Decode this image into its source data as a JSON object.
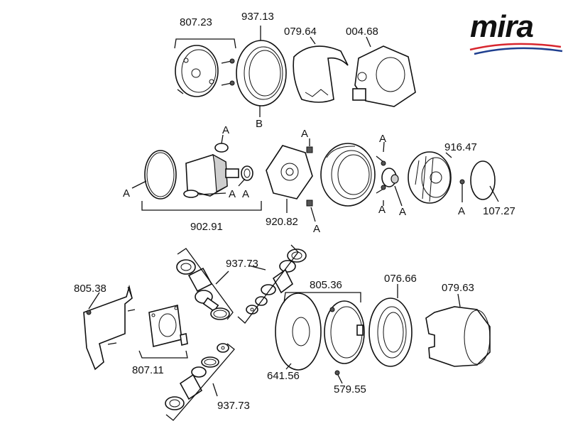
{
  "brand": {
    "logo_text": "mira",
    "logo_color": "#111111",
    "swoosh_colors": [
      "#d8262e",
      "#1f3f8f"
    ]
  },
  "labels": {
    "p807_23": "807.23",
    "p937_13": "937.13",
    "p079_64": "079.64",
    "p004_68": "004.68",
    "b": "B",
    "a1": "A",
    "a2": "A",
    "a3": "A",
    "a4": "A",
    "a5": "A",
    "a6": "A",
    "a7": "A",
    "a8": "A",
    "a9": "A",
    "p916_47": "916.47",
    "p107_27": "107.27",
    "p902_91": "902.91",
    "p920_82": "920.82",
    "p937_73_top": "937.73",
    "p805_38": "805.38",
    "p805_36": "805.36",
    "p076_66": "076.66",
    "p079_63": "079.63",
    "p807_11": "807.11",
    "p641_56": "641.56",
    "p579_55": "579.55",
    "p937_73_bottom": "937.73"
  }
}
